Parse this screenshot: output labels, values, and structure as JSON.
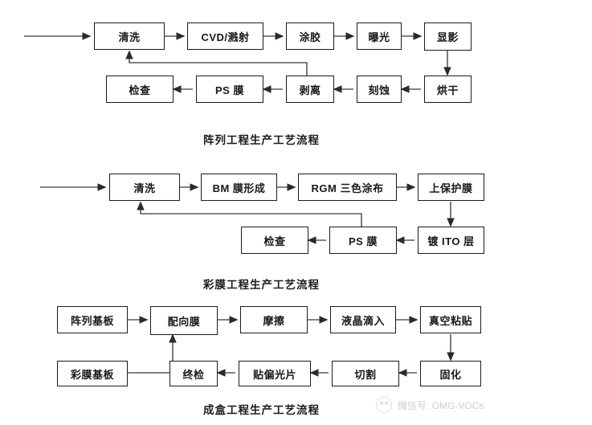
{
  "document": {
    "background_color": "#ffffff",
    "line_color": "#4a4a4a",
    "box_border_color": "#1b1b1b"
  },
  "diagrams": [
    {
      "id": "array-process",
      "caption": "阵列工程生产工艺流程",
      "nodes": [
        {
          "id": "a1",
          "label": "清洗"
        },
        {
          "id": "a2",
          "label": "CVD/溅射"
        },
        {
          "id": "a3",
          "label": "涂胶"
        },
        {
          "id": "a4",
          "label": "曝光"
        },
        {
          "id": "a5",
          "label": "显影"
        },
        {
          "id": "a6",
          "label": "烘干"
        },
        {
          "id": "a7",
          "label": "刻蚀"
        },
        {
          "id": "a8",
          "label": "剥离"
        },
        {
          "id": "a9",
          "label": "PS 膜"
        },
        {
          "id": "a10",
          "label": "检查"
        }
      ]
    },
    {
      "id": "colorfilter-process",
      "caption": "彩膜工程生产工艺流程",
      "nodes": [
        {
          "id": "b1",
          "label": "清洗"
        },
        {
          "id": "b2",
          "label": "BM 膜形成"
        },
        {
          "id": "b3",
          "label": "RGM 三色涂布"
        },
        {
          "id": "b4",
          "label": "上保护膜"
        },
        {
          "id": "b5",
          "label": "镀 ITO 层"
        },
        {
          "id": "b6",
          "label": "PS 膜"
        },
        {
          "id": "b7",
          "label": "检查"
        }
      ]
    },
    {
      "id": "cell-process",
      "caption": "成盒工程生产工艺流程",
      "nodes": [
        {
          "id": "c1",
          "label": "阵列基板"
        },
        {
          "id": "c2",
          "label": "配向膜"
        },
        {
          "id": "c3",
          "label": "摩擦"
        },
        {
          "id": "c4",
          "label": "液晶滴入"
        },
        {
          "id": "c5",
          "label": "真空粘贴"
        },
        {
          "id": "c6",
          "label": "固化"
        },
        {
          "id": "c7",
          "label": "切割"
        },
        {
          "id": "c8",
          "label": "贴偏光片"
        },
        {
          "id": "c9",
          "label": "终检"
        },
        {
          "id": "c10",
          "label": "彩膜基板"
        }
      ]
    }
  ],
  "watermark": {
    "text": "微信号: OMG-VOCs",
    "icon": "wechat-icon"
  }
}
